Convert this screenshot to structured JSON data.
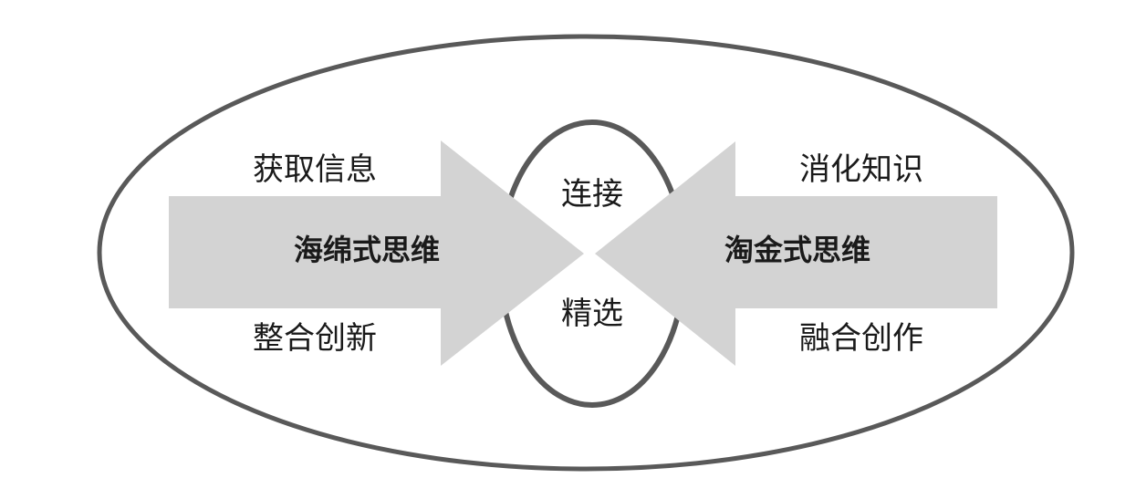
{
  "diagram": {
    "left_arrow": {
      "title": "海绵式思维",
      "top_label": "获取信息",
      "bottom_label": "整合创新"
    },
    "right_arrow": {
      "title": "淘金式思维",
      "top_label": "消化知识",
      "bottom_label": "融合创作"
    },
    "center": {
      "top_label": "连接",
      "bottom_label": "精选"
    },
    "colors": {
      "outline": "#595959",
      "arrow_fill": "#d3d3d3",
      "text": "#1a1a1a",
      "background": "#ffffff"
    }
  }
}
